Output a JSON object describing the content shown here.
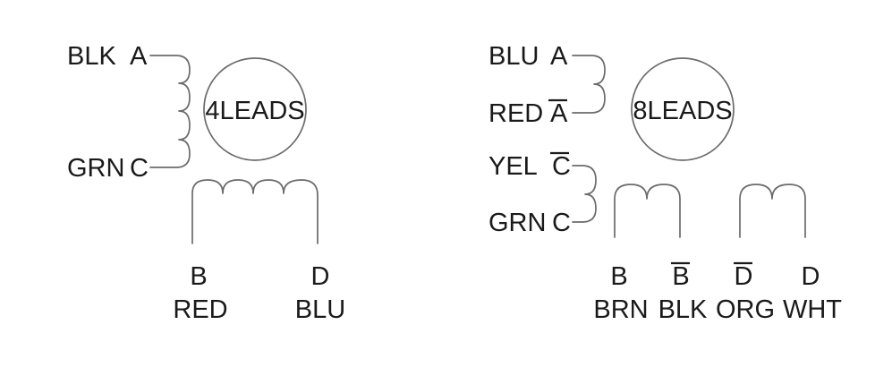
{
  "diagram": {
    "title_semantic": "stepper-motor-winding-lead-configurations",
    "background_color": "#ffffff",
    "line_color": "#6b6b6b",
    "text_color": "#1a1a1a",
    "panels": [
      {
        "id": "four-leads",
        "badge": "4LEADS",
        "left_leads": [
          {
            "color_code": "BLK",
            "terminal": "A",
            "overline": false
          },
          {
            "color_code": "GRN",
            "terminal": "C",
            "overline": false
          }
        ],
        "bottom_terminals": [
          {
            "terminal": "B",
            "overline": false,
            "color_code": "RED"
          },
          {
            "terminal": "D",
            "overline": false,
            "color_code": "BLU"
          }
        ]
      },
      {
        "id": "eight-leads",
        "badge": "8LEADS",
        "left_leads": [
          {
            "color_code": "BLU",
            "terminal": "A",
            "overline": false
          },
          {
            "color_code": "RED",
            "terminal": "A",
            "overline": true
          },
          {
            "color_code": "YEL",
            "terminal": "C",
            "overline": true
          },
          {
            "color_code": "GRN",
            "terminal": "C",
            "overline": false
          }
        ],
        "bottom_terminals": [
          {
            "terminal": "B",
            "overline": false,
            "color_code": "BRN"
          },
          {
            "terminal": "B",
            "overline": true,
            "color_code": "BLK"
          },
          {
            "terminal": "D",
            "overline": true,
            "color_code": "ORG"
          },
          {
            "terminal": "D",
            "overline": false,
            "color_code": "WHT"
          }
        ]
      }
    ]
  }
}
